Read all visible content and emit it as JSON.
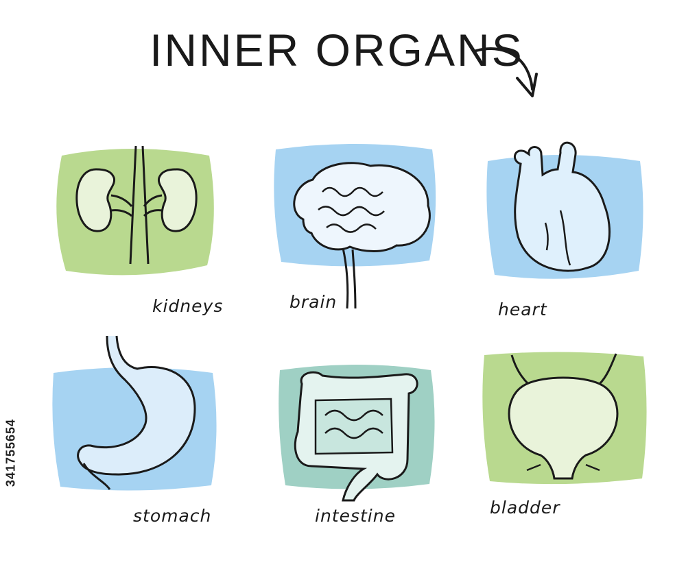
{
  "title": "INNER ORGANS",
  "stock_id": "341755654",
  "colors": {
    "green": "#b9d98f",
    "blue": "#a6d3f2",
    "teal": "#9fd0c4",
    "ink": "#1a1a1a"
  },
  "organs": [
    {
      "label": "kidneys",
      "icon": "kidneys-icon"
    },
    {
      "label": "brain",
      "icon": "brain-icon"
    },
    {
      "label": "heart",
      "icon": "heart-icon"
    },
    {
      "label": "stomach",
      "icon": "stomach-icon"
    },
    {
      "label": "intestine",
      "icon": "intestine-icon"
    },
    {
      "label": "bladder",
      "icon": "bladder-icon"
    }
  ]
}
